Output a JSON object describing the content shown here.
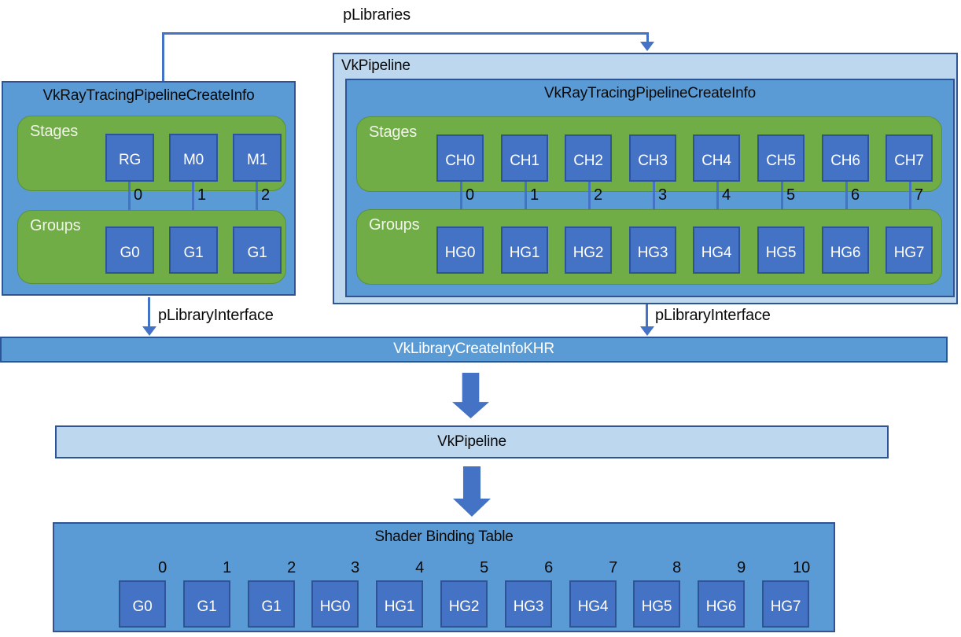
{
  "connectors": {
    "plibraries_label": "pLibraries",
    "left_interface_label": "pLibraryInterface",
    "right_interface_label": "pLibraryInterface"
  },
  "left_pipeline": {
    "title": "VkRayTracingPipelineCreateInfo",
    "stages_label": "Stages",
    "stage_items": [
      "RG",
      "M0",
      "M1"
    ],
    "group_indices": [
      "0",
      "1",
      "2"
    ],
    "groups_label": "Groups",
    "group_items": [
      "G0",
      "G1",
      "G1"
    ]
  },
  "right_pipeline": {
    "outer_label": "VkPipeline",
    "title": "VkRayTracingPipelineCreateInfo",
    "stages_label": "Stages",
    "stage_items": [
      "CH0",
      "CH1",
      "CH2",
      "CH3",
      "CH4",
      "CH5",
      "CH6",
      "CH7"
    ],
    "group_indices": [
      "0",
      "1",
      "2",
      "3",
      "4",
      "5",
      "6",
      "7"
    ],
    "groups_label": "Groups",
    "group_items": [
      "HG0",
      "HG1",
      "HG2",
      "HG3",
      "HG4",
      "HG5",
      "HG6",
      "HG7"
    ]
  },
  "library_bar": {
    "label": "VkLibraryCreateInfoKHR"
  },
  "pipeline_bar": {
    "label": "VkPipeline"
  },
  "sbt": {
    "title": "Shader Binding Table",
    "cells": [
      {
        "index": "0",
        "label": "G0"
      },
      {
        "index": "1",
        "label": "G1"
      },
      {
        "index": "2",
        "label": "G1"
      },
      {
        "index": "3",
        "label": "HG0"
      },
      {
        "index": "4",
        "label": "HG1"
      },
      {
        "index": "5",
        "label": "HG2"
      },
      {
        "index": "6",
        "label": "HG3"
      },
      {
        "index": "7",
        "label": "HG4"
      },
      {
        "index": "8",
        "label": "HG5"
      },
      {
        "index": "9",
        "label": "HG6"
      },
      {
        "index": "10",
        "label": "HG7"
      }
    ]
  },
  "colors": {
    "medium_blue": "#5B9BD5",
    "light_blue": "#BDD7EE",
    "square_blue": "#4472C4",
    "border_blue": "#2F5496",
    "green": "#70AD47"
  }
}
